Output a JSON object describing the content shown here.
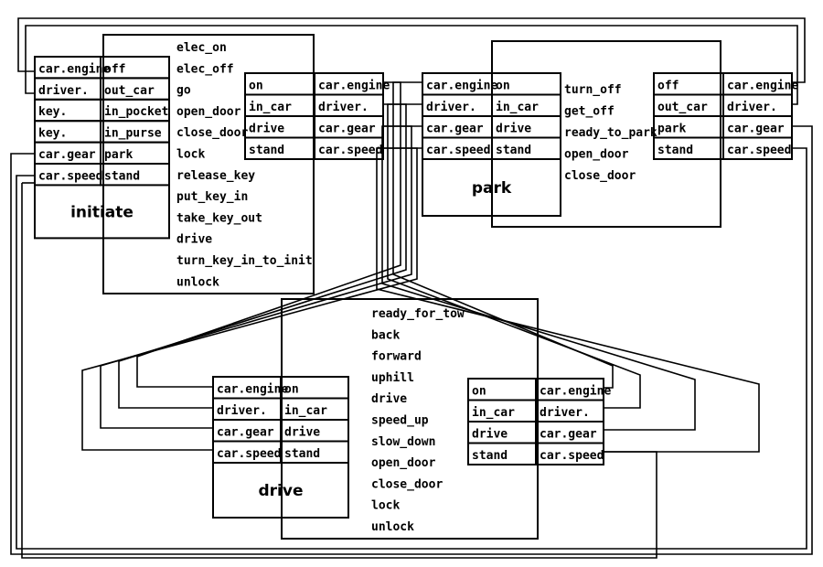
{
  "modules": {
    "initiate": {
      "title": "initiate",
      "rows": [
        [
          "car.engine",
          "off"
        ],
        [
          "driver.",
          "out_car"
        ],
        [
          "key.",
          "in_pocket"
        ],
        [
          "key.",
          "in_purse"
        ],
        [
          "car.gear",
          "park"
        ],
        [
          "car.speed",
          "stand"
        ]
      ],
      "events": [
        "elec_on",
        "elec_off",
        "go",
        "open_door",
        "close_door",
        "lock",
        "release_key",
        "put_key_in",
        "take_key_out",
        "drive",
        "turn_key_in_to_init",
        "unlock"
      ]
    },
    "on_state": {
      "rows": [
        [
          "on",
          "car.engine"
        ],
        [
          "in_car",
          "driver."
        ],
        [
          "drive",
          "car.gear"
        ],
        [
          "stand",
          "car.speed"
        ]
      ]
    },
    "park": {
      "title": "park",
      "rows": [
        [
          "car.engine",
          "on"
        ],
        [
          "driver.",
          "in_car"
        ],
        [
          "car.gear",
          "drive"
        ],
        [
          "car.speed",
          "stand"
        ]
      ],
      "events": [
        "turn_off",
        "get_off",
        "ready_to_park",
        "open_door",
        "close_door"
      ]
    },
    "off_state": {
      "rows": [
        [
          "off",
          "car.engine"
        ],
        [
          "out_car",
          "driver."
        ],
        [
          "park",
          "car.gear"
        ],
        [
          "stand",
          "car.speed"
        ]
      ]
    },
    "drive": {
      "title": "drive",
      "rows": [
        [
          "car.engine",
          "on"
        ],
        [
          "driver.",
          "in_car"
        ],
        [
          "car.gear",
          "drive"
        ],
        [
          "car.speed",
          "stand"
        ]
      ],
      "events": [
        "ready_for_tow",
        "back",
        "forward",
        "uphill",
        "drive",
        "speed_up",
        "slow_down",
        "open_door",
        "close_door",
        "lock",
        "unlock"
      ]
    },
    "drive_out": {
      "rows": [
        [
          "on",
          "car.engine"
        ],
        [
          "in_car",
          "driver."
        ],
        [
          "drive",
          "car.gear"
        ],
        [
          "stand",
          "car.speed"
        ]
      ]
    }
  }
}
